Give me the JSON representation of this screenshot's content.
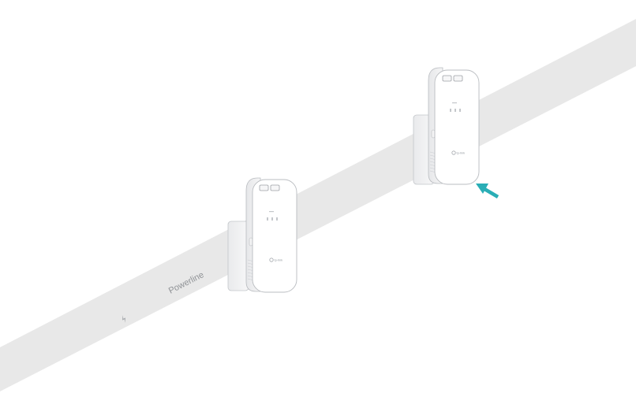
{
  "strip": {
    "label": "Powerline"
  },
  "devices": [
    {
      "id": "adapter-left",
      "brand": "tp-link"
    },
    {
      "id": "adapter-right",
      "brand": "tp-link"
    }
  ],
  "colors": {
    "strip": "#e8e8e8",
    "device_body": "#ffffff",
    "device_outline": "#b9bcc0",
    "arrow": "#2aaeb6"
  },
  "icons": {
    "strip_icon": "lightning-icon",
    "arrow": "pointing-arrow-icon"
  }
}
